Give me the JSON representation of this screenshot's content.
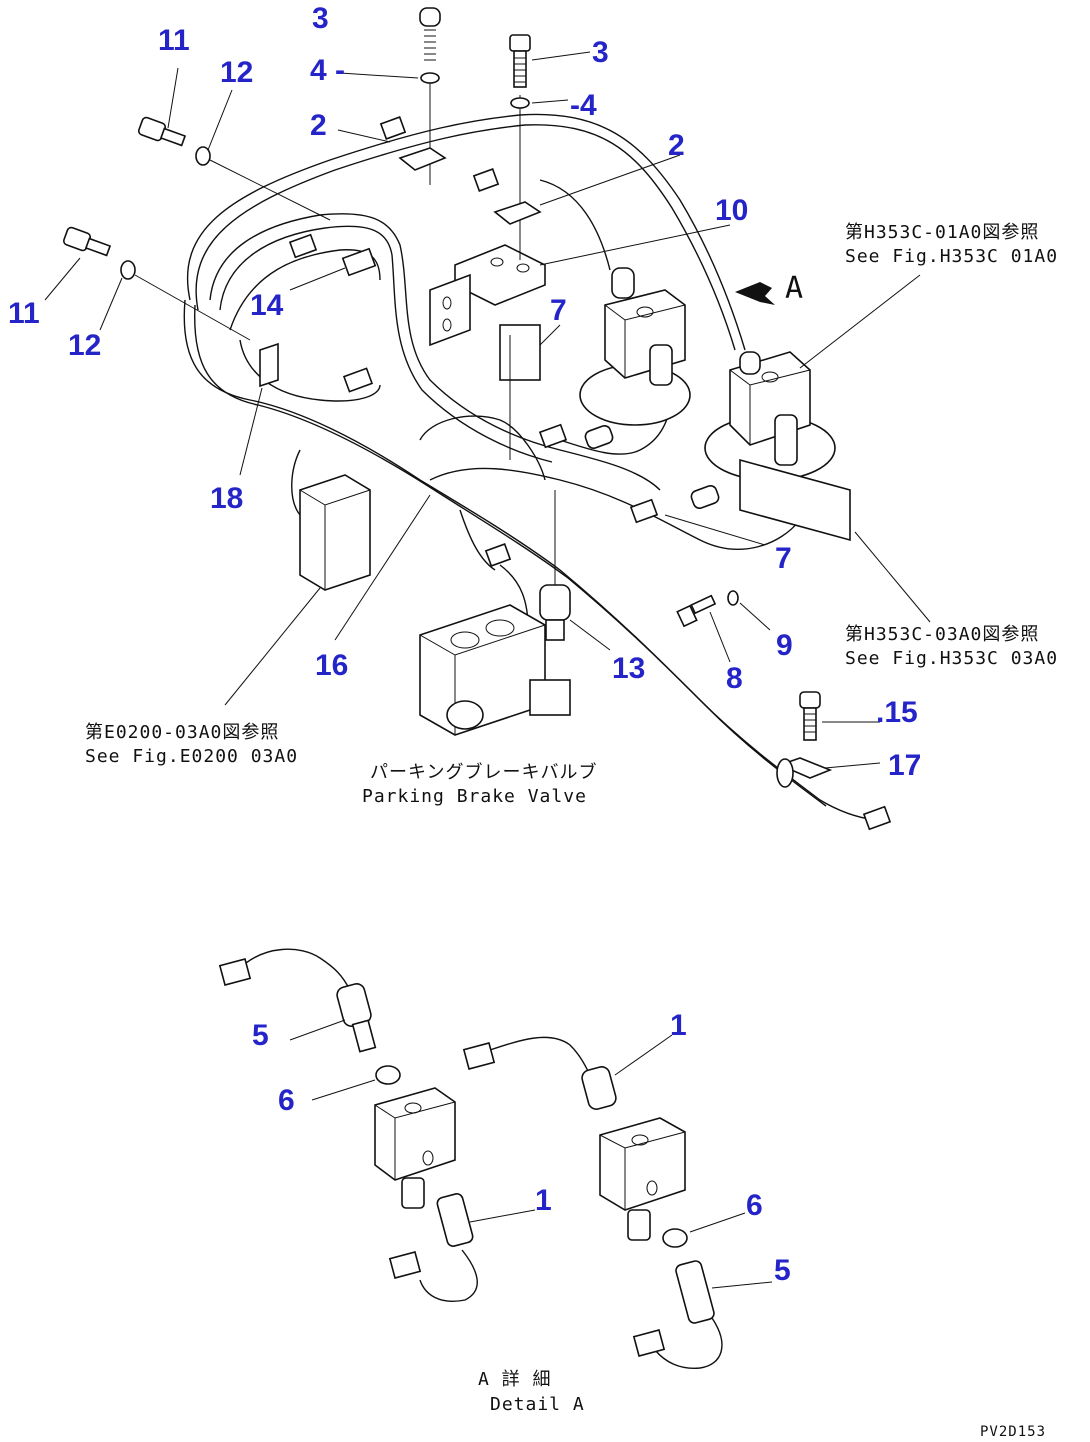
{
  "callouts": {
    "c3a": "3",
    "c4a": "4 -",
    "c2a": "2",
    "c3b": "3",
    "c4b": "-4",
    "c2b": "2",
    "c10": "10",
    "c11a": "11",
    "c12a": "12",
    "c11b": "11",
    "c12b": "12",
    "c14": "14",
    "c7a": "7",
    "c7b": "7",
    "c18": "18",
    "c16": "16",
    "c13": "13",
    "c8": "8",
    "c9": "9",
    "c15": ".15",
    "c17": "17",
    "c5a": "5",
    "c6a": "6",
    "c1a": "1",
    "c1b": "1",
    "c6b": "6",
    "c5b": "5"
  },
  "references": {
    "fig_h353c_01a0_jp": "第H353C-01A0図参照",
    "fig_h353c_01a0_en": "See Fig.H353C 01A0",
    "fig_h353c_03a0_jp": "第H353C-03A0図参照",
    "fig_h353c_03a0_en": "See Fig.H353C 03A0",
    "fig_e0200_03a0_jp": "第E0200-03A0図参照",
    "fig_e0200_03a0_en": "See Fig.E0200 03A0",
    "parking_brake_jp": "パーキングブレーキバルブ",
    "parking_brake_en": "Parking Brake Valve",
    "view_a": "A",
    "detail_a_jp": "A 詳 細",
    "detail_a_en": "Detail A",
    "drawing_code": "PV2D153"
  },
  "colors": {
    "callout": "#2424c8",
    "linework": "#111111"
  }
}
